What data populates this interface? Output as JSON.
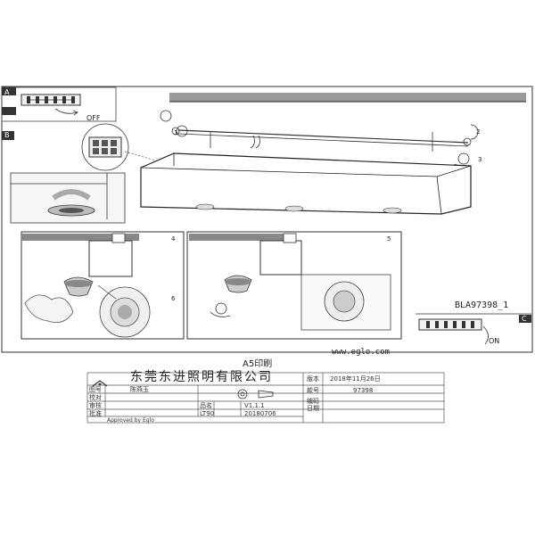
{
  "drawing": {
    "label_a": "A",
    "label_b": "B",
    "label_c": "C",
    "switch_off": "OFF",
    "switch_on": "ON",
    "model_code": "BLA97398_1",
    "website": "www.eglo.com",
    "step_numbers": [
      "1",
      "2",
      "3",
      "4",
      "5",
      "6"
    ]
  },
  "title_block": {
    "print_size": "A5印刷",
    "company": "东莞东进照明有限公司",
    "rows": [
      {
        "label": "图号",
        "value": "陈燕玉"
      },
      {
        "label": "校对",
        "value": ""
      },
      {
        "label": "审核",
        "value": ""
      },
      {
        "label": "批准",
        "value": ""
      }
    ],
    "approved_by": "Approved by Eglo",
    "mid_labels": [
      "品名",
      "LT90"
    ],
    "mid_values": [
      "V1.1.1",
      "20180706"
    ],
    "right_labels": [
      "版本",
      "款号",
      "编码",
      "日期"
    ],
    "right_values": [
      "2018年11月26日",
      "97398",
      "",
      ""
    ]
  }
}
